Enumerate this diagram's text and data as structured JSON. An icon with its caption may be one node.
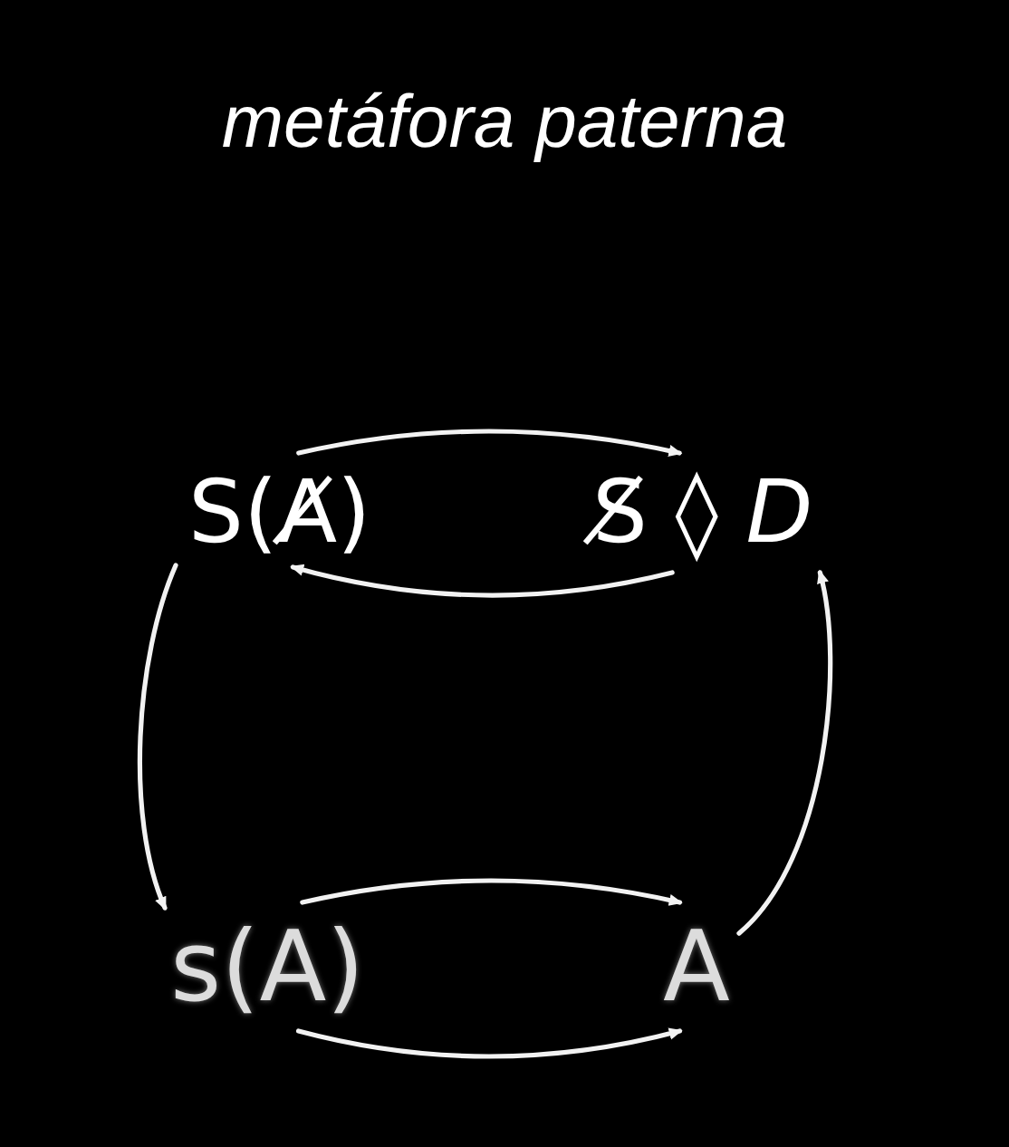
{
  "diagram": {
    "title": "metáfora paterna",
    "nodes": [
      {
        "text": [
          "S(A̸)"
        ]
      },
      {
        "text": [
          "S̸ ◊ *D*"
        ]
      },
      {
        "text": [
          "s(A)"
        ]
      },
      {
        "text": [
          "A"
        ]
      }
    ],
    "edges": [
      {
        "from": 0,
        "to": 1,
        "arrow": "to"
      },
      {
        "from": 1,
        "to": 0,
        "arrow": "to"
      },
      {
        "from": 0,
        "to": 2,
        "arrow": "to"
      },
      {
        "from": 3,
        "to": 1,
        "arrow": "to"
      },
      {
        "from": 2,
        "to": 3,
        "arrow": "to"
      },
      {
        "from": 2,
        "to": 3,
        "arrow": "to"
      }
    ]
  }
}
